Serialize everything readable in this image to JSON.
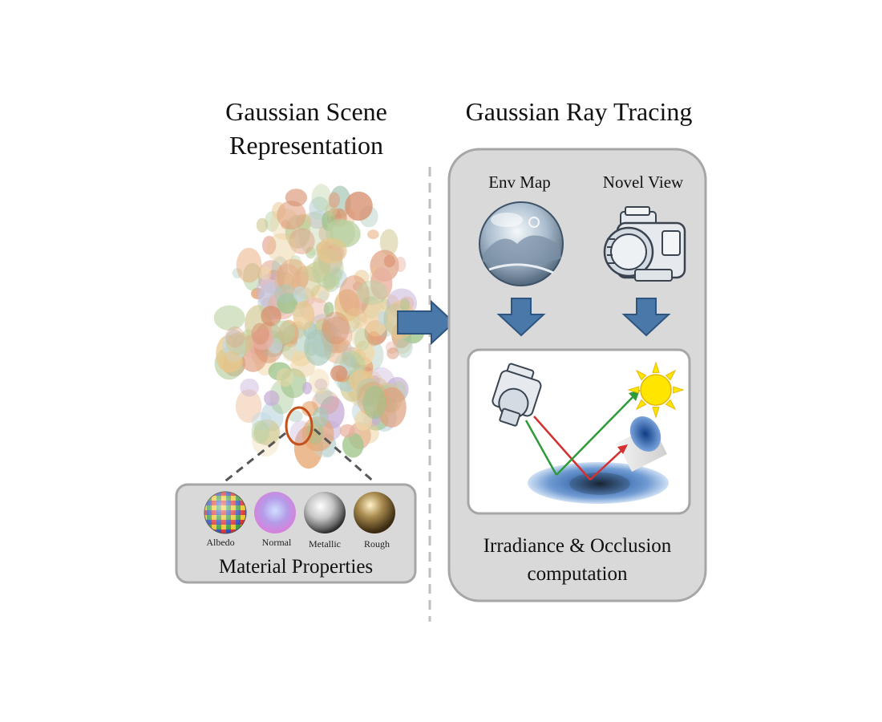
{
  "left_panel": {
    "title_line1": "Gaussian Scene",
    "title_line2": "Representation",
    "material_box": {
      "sphere_labels": [
        "Albedo",
        "Normal",
        "Metallic",
        "Rough"
      ],
      "caption": "Material Properties"
    }
  },
  "right_panel": {
    "title": "Gaussian Ray Tracing",
    "env_map_label": "Env Map",
    "novel_view_label": "Novel View",
    "caption_line1": "Irradiance & Occlusion",
    "caption_line2": "computation"
  },
  "colors": {
    "panel_fill": "#d9d9d9",
    "panel_stroke": "#a6a6a6",
    "arrow_fill": "#4a78a8",
    "arrow_stroke": "#2e557f",
    "ray_red": "#d43030",
    "ray_green": "#2e9a3a",
    "sun": "#ffe600",
    "highlight_ring": "#c4501a"
  },
  "icons": [
    "env-map-sphere-icon",
    "camera-icon",
    "sun-icon",
    "down-arrow-icon",
    "right-arrow-icon"
  ]
}
